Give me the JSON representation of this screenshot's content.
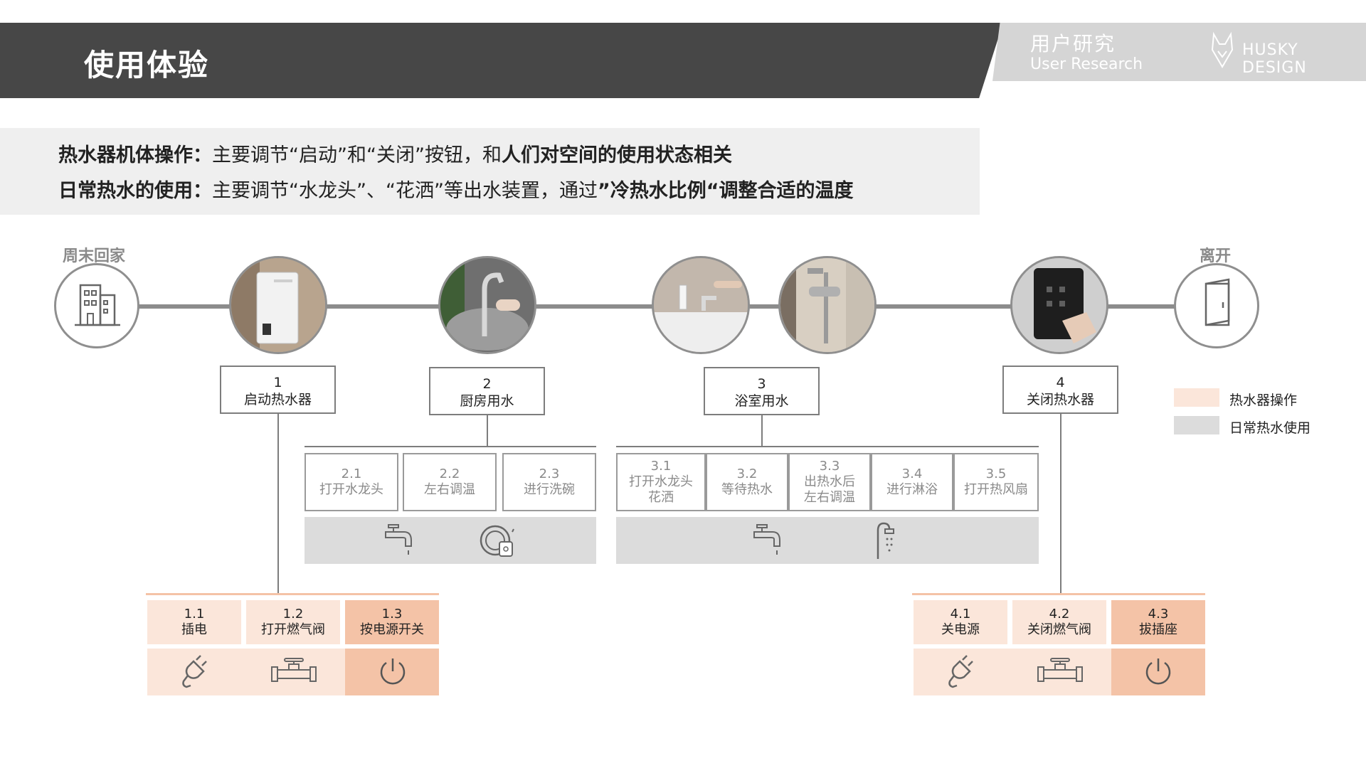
{
  "header": {
    "title": "使用体验",
    "section_cn": "用户研究",
    "section_en": "User Research",
    "brand": "HUSKY DESIGN"
  },
  "summary": {
    "line1": {
      "label": "热水器机体操作：",
      "text": "主要调节“启动”和“关闭”按钮，和",
      "bold": "人们对空间的使用状态相关"
    },
    "line2": {
      "label": "日常热水的使用：",
      "text": "主要调节“水龙头”、“花洒”等出水装置，通过",
      "bold": "”冷热水比例“调整合适的温度"
    }
  },
  "timeline": {
    "start": "周末回家",
    "end": "离开"
  },
  "steps": [
    {
      "num": "1",
      "label": "启动热水器"
    },
    {
      "num": "2",
      "label": "厨房用水"
    },
    {
      "num": "3",
      "label": "浴室用水"
    },
    {
      "num": "4",
      "label": "关闭热水器"
    }
  ],
  "kitchen_sub": [
    {
      "num": "2.1",
      "label": "打开水龙头"
    },
    {
      "num": "2.2",
      "label": "左右调温"
    },
    {
      "num": "2.3",
      "label": "进行洗碗"
    }
  ],
  "bath_sub": [
    {
      "num": "3.1",
      "label": "打开水龙头",
      "label2": "花洒"
    },
    {
      "num": "3.2",
      "label": "等待热水"
    },
    {
      "num": "3.3",
      "label": "出热水后",
      "label2": "左右调温"
    },
    {
      "num": "3.4",
      "label": "进行淋浴"
    },
    {
      "num": "3.5",
      "label": "打开热风扇"
    }
  ],
  "start_ops": [
    {
      "num": "1.1",
      "label": "插电"
    },
    {
      "num": "1.2",
      "label": "打开燃气阀"
    },
    {
      "num": "1.3",
      "label": "按电源开关"
    }
  ],
  "stop_ops": [
    {
      "num": "4.1",
      "label": "关电源"
    },
    {
      "num": "4.2",
      "label": "关闭燃气阀"
    },
    {
      "num": "4.3",
      "label": "拔插座"
    }
  ],
  "legend": [
    {
      "label": "热水器操作",
      "color": "#fbe6da"
    },
    {
      "label": "日常热水使用",
      "color": "#dcdcdc"
    }
  ],
  "colors": {
    "header_dark": "#474747",
    "accent_light": "#fbe6da",
    "accent_strong": "#f4c3a7",
    "gray_band": "#dcdcdc"
  }
}
